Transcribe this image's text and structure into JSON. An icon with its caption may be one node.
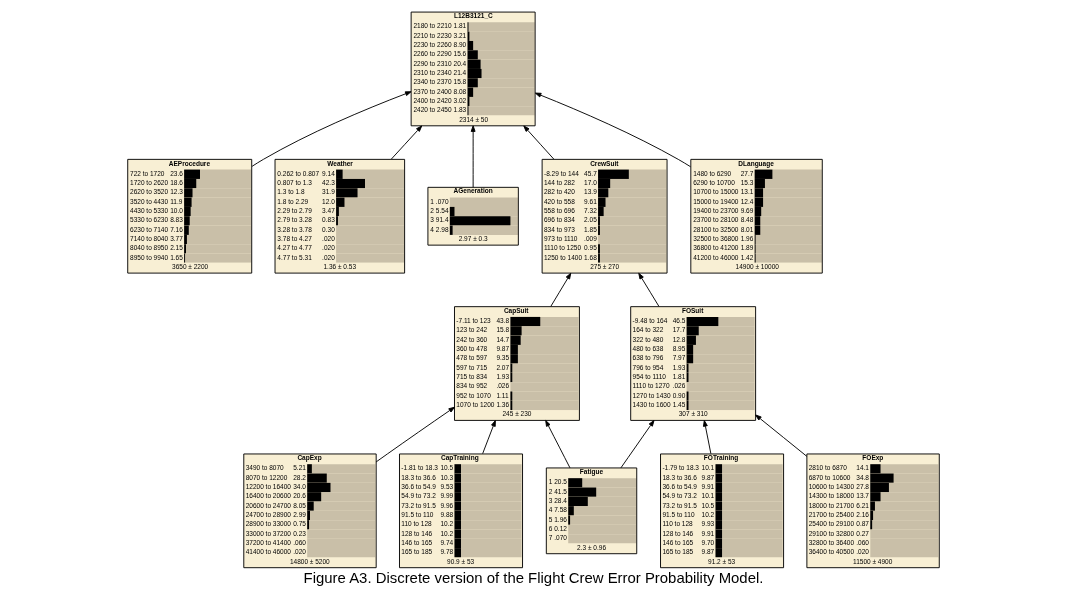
{
  "diagram": {
    "caption": "Figure A3. Discrete version of the Flight Crew Error Probability Model.",
    "nodes": [
      {
        "text": [
          "L12B3121_C",
          "2180 to 2210",
          "1.81",
          "2210 to 2230",
          "3.21",
          "2230 to 2260",
          "8.90",
          "2260 to 2290",
          "15.6",
          "2290 to 2310",
          "20.4",
          "2310 to 2340",
          "21.4",
          "2340 to 2370",
          "15.8",
          "2370 to 2400",
          "8.08",
          "2400 to 2420",
          "3.02",
          "2420 to 2450",
          "1.83",
          "2314 ± 50"
        ]
      },
      {
        "text": [
          "AEProcedure",
          "722 to 1720",
          "23.6",
          "1720 to 2620",
          "18.6",
          "2620 to 3520",
          "12.3",
          "3520 to 4430",
          "11.9",
          "4430 to 5330",
          "10.0",
          "5330 to 6230",
          "8.83",
          "6230 to 7140",
          "7.16",
          "7140 to 8040",
          "3.77",
          "8040 to 8950",
          "2.15",
          "8950 to 9940",
          "1.65",
          "3650 ± 2200"
        ]
      },
      {
        "text": [
          "Weather",
          "0.262 to 0.807",
          "9.14",
          "0.807 to 1.3",
          "42.3",
          "1.3 to 1.8",
          "31.9",
          "1.8 to 2.29",
          "12.0",
          "2.29 to 2.79",
          "3.47",
          "2.79 to 3.28",
          "0.83",
          "3.28 to 3.78",
          "0.30",
          "3.78 to 4.27",
          ".020",
          "4.27 to 4.77",
          ".020",
          "4.77 to 5.31",
          ".020",
          "1.36 ± 0.53"
        ]
      },
      {
        "text": [
          "AGeneration",
          "1",
          ".070",
          "2",
          "5.54",
          "3",
          "91.4",
          "4",
          "2.98",
          "2.97 ± 0.3"
        ]
      },
      {
        "text": [
          "CrewSuit",
          "-8.29 to 144",
          "45.7",
          "144 to 282",
          "17.0",
          "282 to 420",
          "13.9",
          "420 to 558",
          "9.61",
          "558 to 696",
          "7.32",
          "696 to 834",
          "2.05",
          "834 to 973",
          "1.85",
          "973 to 1110",
          ".009",
          "1110 to 1250",
          "0.95",
          "1250 to 1400",
          "1.68",
          "275 ± 270"
        ]
      },
      {
        "text": [
          "DLanguage",
          "1480 to 6290",
          "27.7",
          "6290 to 10700",
          "15.3",
          "10700 to 15000",
          "13.1",
          "15000 to 19400",
          "12.4",
          "19400 to 23700",
          "9.69",
          "23700 to 28100",
          "8.48",
          "28100 to 32500",
          "8.01",
          "32500 to 36800",
          "1.96",
          "36800 to 41200",
          "1.89",
          "41200 to 46000",
          "1.42",
          "14900 ± 10000"
        ]
      },
      {
        "text": [
          "CapSuit",
          "-7.11 to 123",
          "43.8",
          "123 to 242",
          "15.8",
          "242 to 360",
          "14.7",
          "360 to 478",
          "9.87",
          "478 to 597",
          "9.35",
          "597 to 715",
          "2.07",
          "715 to 834",
          "1.93",
          "834 to 952",
          ".026",
          "952 to 1070",
          "1.11",
          "1070 to 1200",
          "1.36",
          "245 ± 230"
        ]
      },
      {
        "text": [
          "FOSuit",
          "-9.48 to 164",
          "46.5",
          "164 to 322",
          "17.7",
          "322 to 480",
          "12.8",
          "480 to 638",
          "8.95",
          "638 to 796",
          "7.97",
          "796 to 954",
          "1.93",
          "954 to 1110",
          "1.81",
          "1110 to 1270",
          ".026",
          "1270 to 1430",
          "0.90",
          "1430 to 1600",
          "1.45",
          "307 ± 310"
        ]
      },
      {
        "text": [
          "CapExp",
          "3490 to 8070",
          "5.21",
          "8070 to 12200",
          "28.2",
          "12200 to 16400",
          "34.0",
          "16400 to 20600",
          "20.6",
          "20600 to 24700",
          "8.05",
          "24700 to 28900",
          "2.99",
          "28900 to 33000",
          "0.75",
          "33000 to 37200",
          "0.23",
          "37200 to 41400",
          ".060",
          "41400 to 46000",
          ".020",
          "14800 ± 5200"
        ]
      },
      {
        "text": [
          "CapTraining",
          "-1.81 to 18.3",
          "10.5",
          "18.3 to 36.6",
          "10.3",
          "36.6 to 54.9",
          "9.53",
          "54.9 to 73.2",
          "9.99",
          "73.2 to 91.5",
          "9.96",
          "91.5 to 110",
          "9.88",
          "110 to 128",
          "10.2",
          "128 to 146",
          "10.2",
          "146 to 165",
          "9.74",
          "165 to 185",
          "9.78",
          "90.9 ± 53"
        ]
      },
      {
        "text": [
          "Fatigue",
          "1",
          "20.5",
          "2",
          "41.5",
          "3",
          "28.4",
          "4",
          "7.58",
          "5",
          "1.96",
          "6",
          "0.12",
          "7",
          ".070",
          "2.3 ± 0.96"
        ]
      },
      {
        "text": [
          "FOTraining",
          "-1.79 to 18.3",
          "10.1",
          "18.3 to 36.6",
          "9.87",
          "36.6 to 54.9",
          "9.91",
          "54.9 to 73.2",
          "10.1",
          "73.2 to 91.5",
          "10.5",
          "91.5 to 110",
          "10.2",
          "110 to 128",
          "9.93",
          "128 to 146",
          "9.91",
          "146 to 165",
          "9.70",
          "165 to 185",
          "9.87",
          "91.2 ± 53"
        ]
      },
      {
        "text": [
          "FOExp",
          "2810 to 6870",
          "14.1",
          "6870 to 10600",
          "34.8",
          "10600 to 14300",
          "27.8",
          "14300 to 18000",
          "13.7",
          "18000 to 21700",
          "6.21",
          "21700 to 25400",
          "2.16",
          "25400 to 29100",
          "0.87",
          "29100 to 32800",
          "0.27",
          "32800 to 36400",
          ".060",
          "36400 to 40500",
          ".020",
          "11500 ± 4900"
        ]
      }
    ],
    "edges": [
      {
        "from": 1,
        "to": 0,
        "arrow": "to"
      },
      {
        "from": 3,
        "to": 0,
        "arrow": "to"
      },
      {
        "from": 4,
        "to": 0,
        "arrow": "to"
      },
      {
        "from": 5,
        "to": 0,
        "arrow": "to"
      },
      {
        "from": 2,
        "to": 0,
        "arrow": "to"
      },
      {
        "from": 6,
        "to": 4,
        "arrow": "to"
      },
      {
        "from": 7,
        "to": 4,
        "arrow": "to"
      },
      {
        "from": 8,
        "to": 6,
        "arrow": "to"
      },
      {
        "from": 9,
        "to": 6,
        "arrow": "to"
      },
      {
        "from": 10,
        "to": 6,
        "arrow": "to"
      },
      {
        "from": 10,
        "to": 7,
        "arrow": "to"
      },
      {
        "from": 11,
        "to": 7,
        "arrow": "to"
      },
      {
        "from": 12,
        "to": 7,
        "arrow": "to"
      }
    ]
  }
}
